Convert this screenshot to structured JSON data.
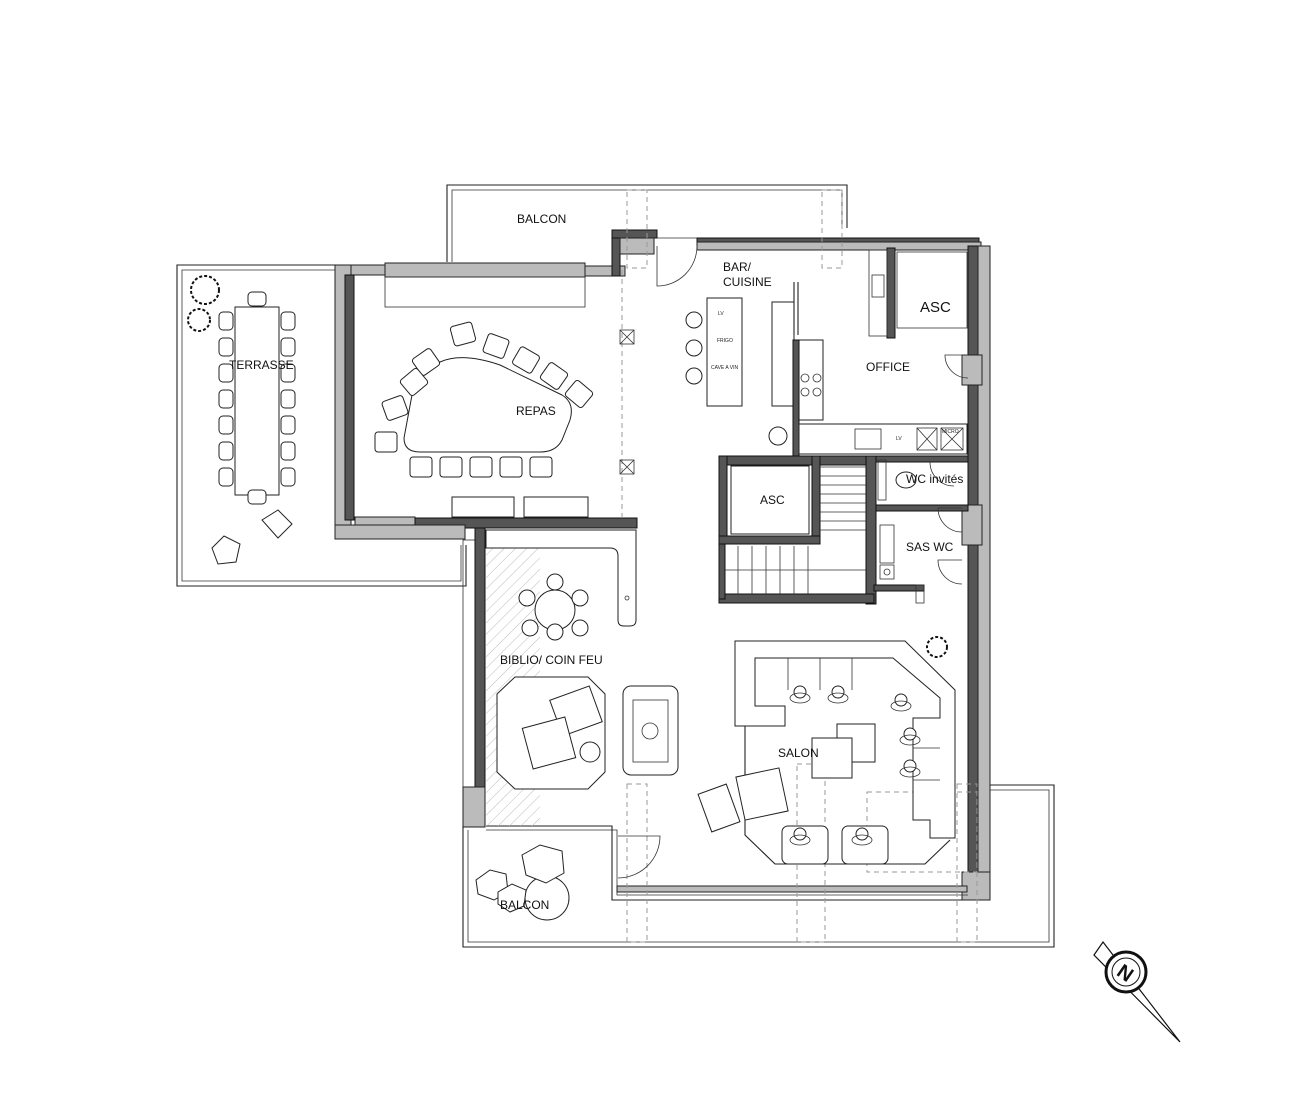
{
  "rooms": {
    "balcon_north": "BALCON",
    "terrasse": "TERRASSE",
    "repas": "REPAS",
    "bar_cuisine_line1": "BAR/",
    "bar_cuisine_line2": "CUISINE",
    "asc_top": "ASC",
    "office": "OFFICE",
    "asc_center": "ASC",
    "wc_invites": "WC invités",
    "sas_wc": "SAS WC",
    "biblio": "BIBLIO/ COIN FEU",
    "salon": "SALON",
    "balcon_south": "BALCON"
  },
  "appliances": {
    "lv_island": "LV",
    "frigo": "FRIGO",
    "cave_a_vin": "CAVE A VIN",
    "lv_office": "LV",
    "office_extra": "MICRO"
  },
  "compass": {
    "letter": "N"
  }
}
